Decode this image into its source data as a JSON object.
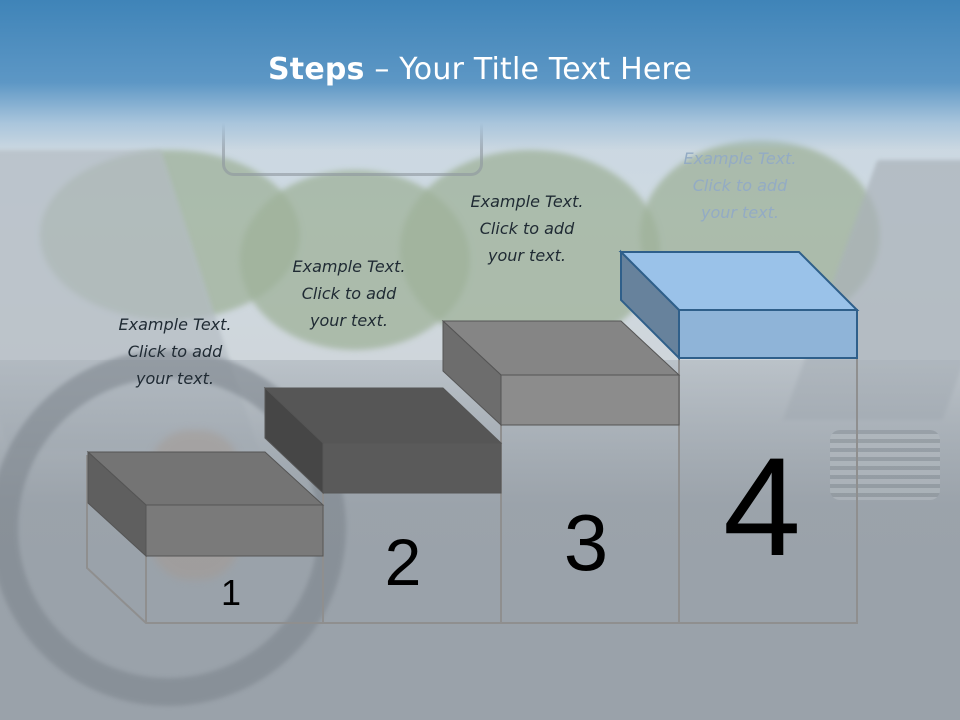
{
  "slide": {
    "title_bold": "Steps",
    "title_rest": " – Your Title Text Here"
  },
  "steps": [
    {
      "number": "1",
      "caption": [
        "Example Text.",
        "Click  to add",
        "your text."
      ],
      "color": "#7a7a7a"
    },
    {
      "number": "2",
      "caption": [
        "Example Text.",
        "Click  to add",
        "your text."
      ],
      "color": "#5a5a5a"
    },
    {
      "number": "3",
      "caption": [
        "Example Text.",
        "Click  to add",
        "your text."
      ],
      "color": "#8c8c8c"
    },
    {
      "number": "4",
      "caption": [
        "Example Text.",
        "Click  to add",
        "your text."
      ],
      "color": "#8fb4d8"
    }
  ],
  "colors": {
    "title_band": "#4a8cc0",
    "active_block": "#8fb4d8",
    "active_block_edge": "#2f5f8a",
    "frame": "#8f8f8f"
  }
}
